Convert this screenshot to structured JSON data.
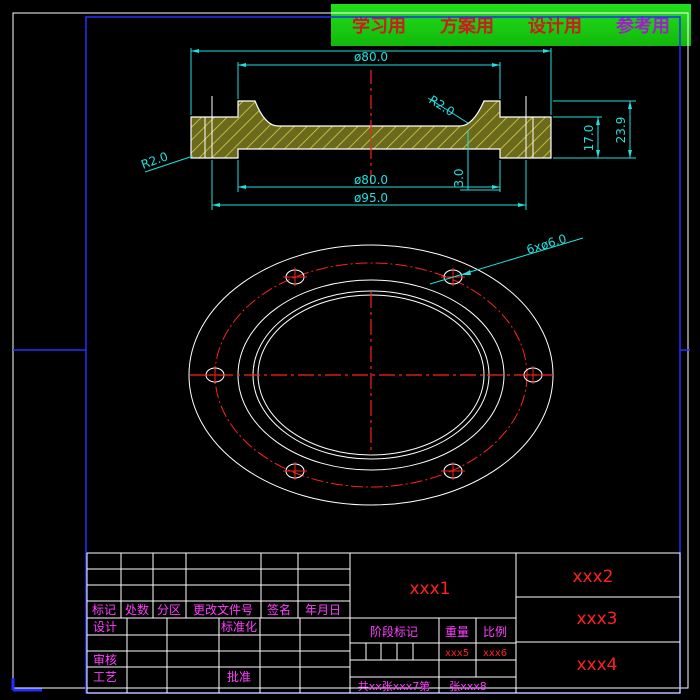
{
  "banner": {
    "items": [
      {
        "label": "学习用",
        "color": "#c81e1e"
      },
      {
        "label": "方案用",
        "color": "#c81e1e"
      },
      {
        "label": "设计用",
        "color": "#c81e1e"
      },
      {
        "label": "参考用",
        "color": "#a020c8"
      }
    ]
  },
  "section_view": {
    "dims": {
      "top_dia": "ø80.0",
      "bottom_dia": "ø80.0",
      "outer_dia": "ø95.0",
      "fillet_top": "R2.0",
      "fillet_left": "R2.0",
      "height_17": "17.0",
      "height_total": "23.9",
      "step": "3.0"
    }
  },
  "plan_view": {
    "holes_label": "6xø6.0"
  },
  "title_block": {
    "headers": {
      "mark": "标记",
      "count": "处数",
      "zone": "分区",
      "change_doc": "更改文件号",
      "signature": "签名",
      "date": "年月日"
    },
    "roles": {
      "design": "设计",
      "standardize": "标准化",
      "review": "审核",
      "process": "工艺",
      "approve": "批准"
    },
    "stage_mark": "阶段标记",
    "weight": "重量",
    "scale": "比例",
    "weight_value": "xxx5",
    "scale_value": "xxx6",
    "sheet_info": "共xx张xxx7第",
    "sheet_no": "张xxx8",
    "field1": "xxx1",
    "field2": "xxx2",
    "field3": "xxx3",
    "field4": "xxx4"
  }
}
